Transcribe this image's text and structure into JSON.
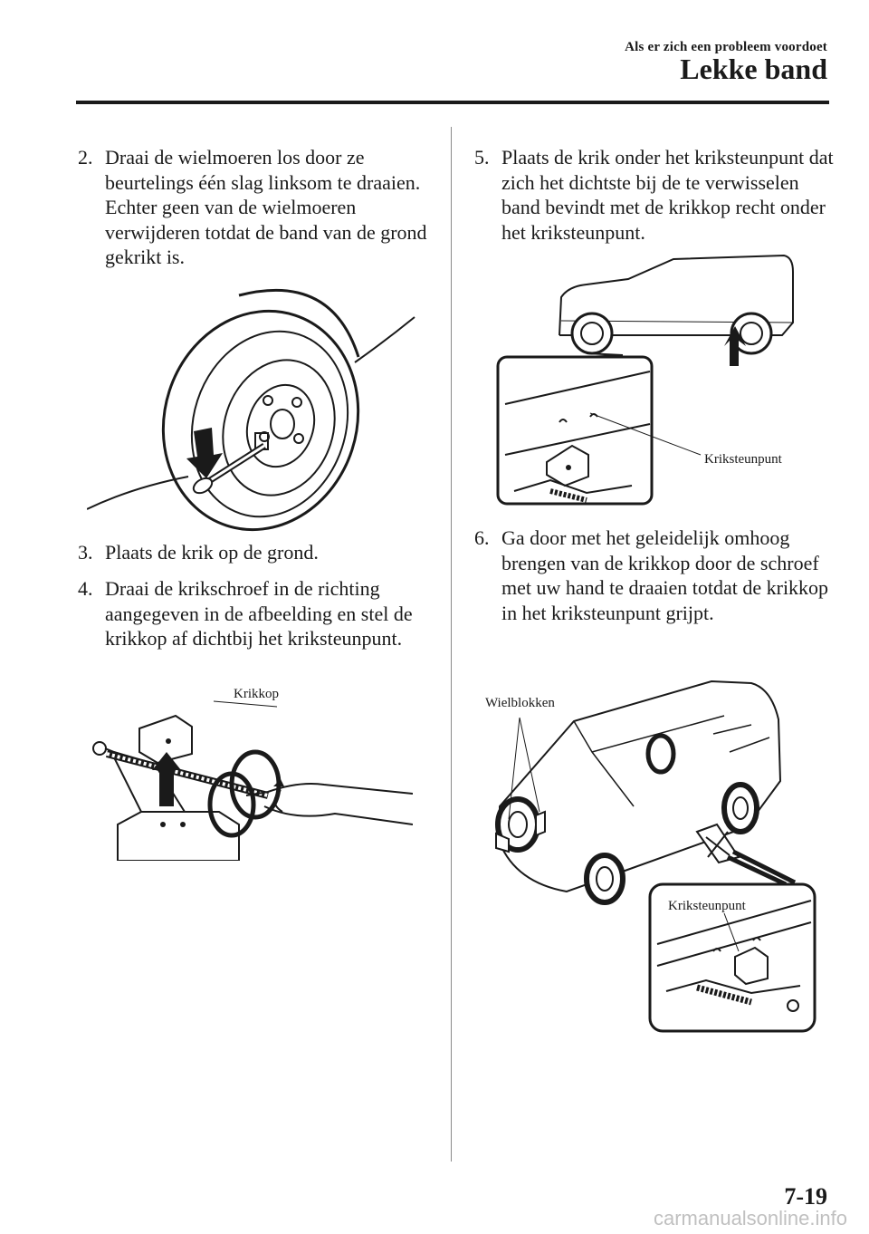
{
  "header": {
    "section": "Als er zich een probleem voordoet",
    "title": "Lekke band"
  },
  "steps": [
    {
      "number": "2.",
      "text": "Draai de wielmoeren los door ze beurtelings één slag linksom te draaien. Echter geen van de wielmoeren verwijderen totdat de band van de grond gekrikt is."
    },
    {
      "number": "3.",
      "text": "Plaats de krik op de grond."
    },
    {
      "number": "4.",
      "text": "Draai de krikschroef in de richting aangegeven in de afbeelding en stel de krikkop af dichtbij het kriksteunpunt."
    },
    {
      "number": "5.",
      "text": "Plaats de krik onder het kriksteunpunt dat zich het dichtste bij de te verwisselen band bevindt met de krikkop recht onder het kriksteunpunt."
    },
    {
      "number": "6.",
      "text": "Ga door met het geleidelijk omhoog brengen van de krikkop door de schroef met uw hand te draaien totdat de krikkop in het kriksteunpunt grijpt."
    }
  ],
  "figures": {
    "jack": {
      "label": "Krikkop"
    },
    "jack_point": {
      "label": "Kriksteunpunt"
    },
    "car_raised": {
      "label_blocks": "Wielblokken",
      "label_point": "Kriksteunpunt"
    }
  },
  "page_number": "7-19",
  "watermark": "carmanualsonline.info"
}
